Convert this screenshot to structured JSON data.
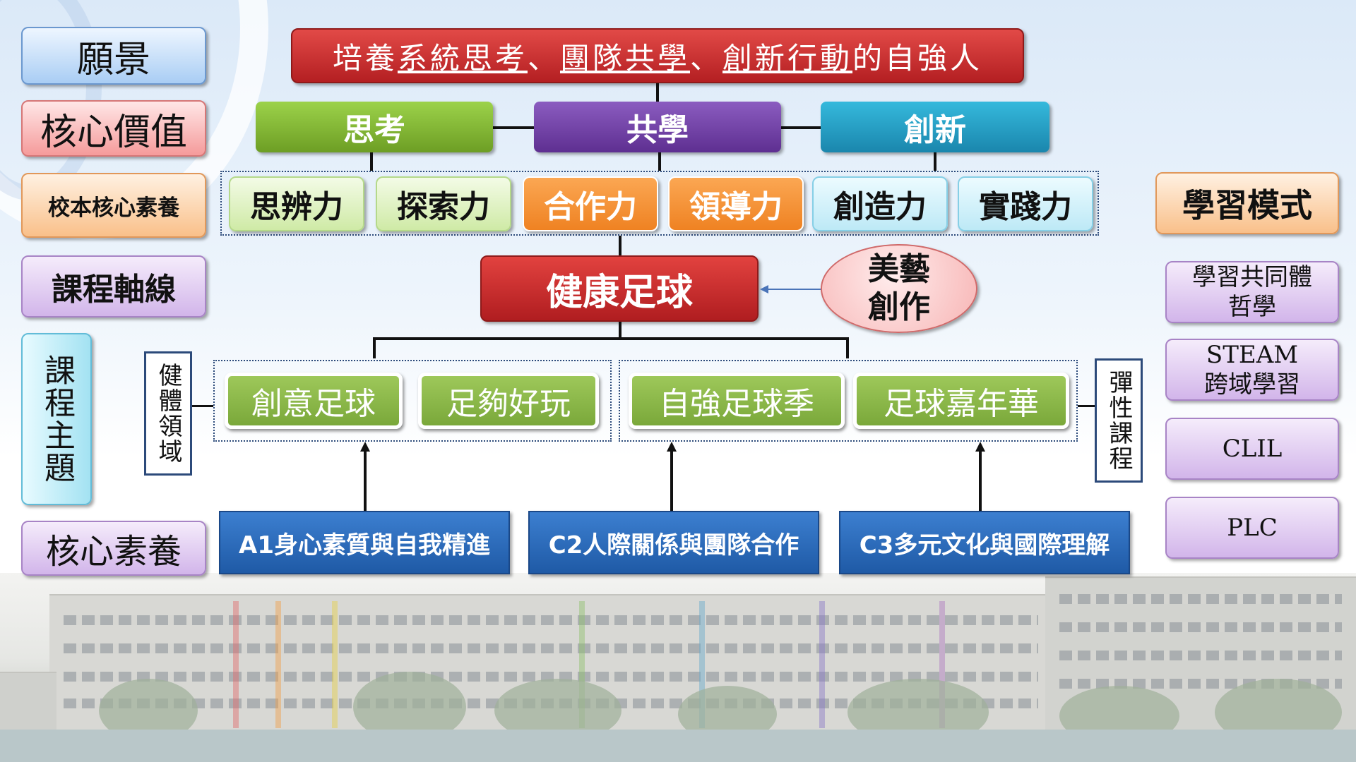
{
  "left_labels": {
    "vision": "願景",
    "core_values": "核心價值",
    "school_competency": "校本核心素養",
    "curriculum_axis": "課程軸線",
    "curriculum_theme": "課程主題",
    "core_literacy": "核心素養"
  },
  "vision_statement": {
    "prefix": "培養",
    "part1": "系統思考",
    "sep1": "、",
    "part2": "團隊共學",
    "sep2": "、",
    "part3": "創新行動",
    "suffix": "的自強人"
  },
  "values": [
    "思考",
    "共學",
    "創新"
  ],
  "competencies": [
    "思辨力",
    "探索力",
    "合作力",
    "領導力",
    "創造力",
    "實踐力"
  ],
  "axis": {
    "main": "健康足球",
    "arts": "美藝\n創作"
  },
  "side_labels": {
    "health": "健體領域",
    "flexible": "彈性課程"
  },
  "themes": [
    "創意足球",
    "足夠好玩",
    "自強足球季",
    "足球嘉年華"
  ],
  "literacy": [
    "A1身心素質與自我精進",
    "C2人際關係與團隊合作",
    "C3多元文化與國際理解"
  ],
  "learning_mode": {
    "title": "學習模式",
    "items": [
      "學習共同體\n哲學",
      "STEAM\n跨域學習",
      "CLIL",
      "PLC"
    ]
  },
  "colors": {
    "red": "#d0302f",
    "green": "#8fbb3c",
    "purple": "#8050a8",
    "teal": "#2aa0c4",
    "blue": "#2e6cb8",
    "orange": "#f5963a",
    "lightgreen": "#dff2c4",
    "lightblue": "#d2f1f8"
  }
}
